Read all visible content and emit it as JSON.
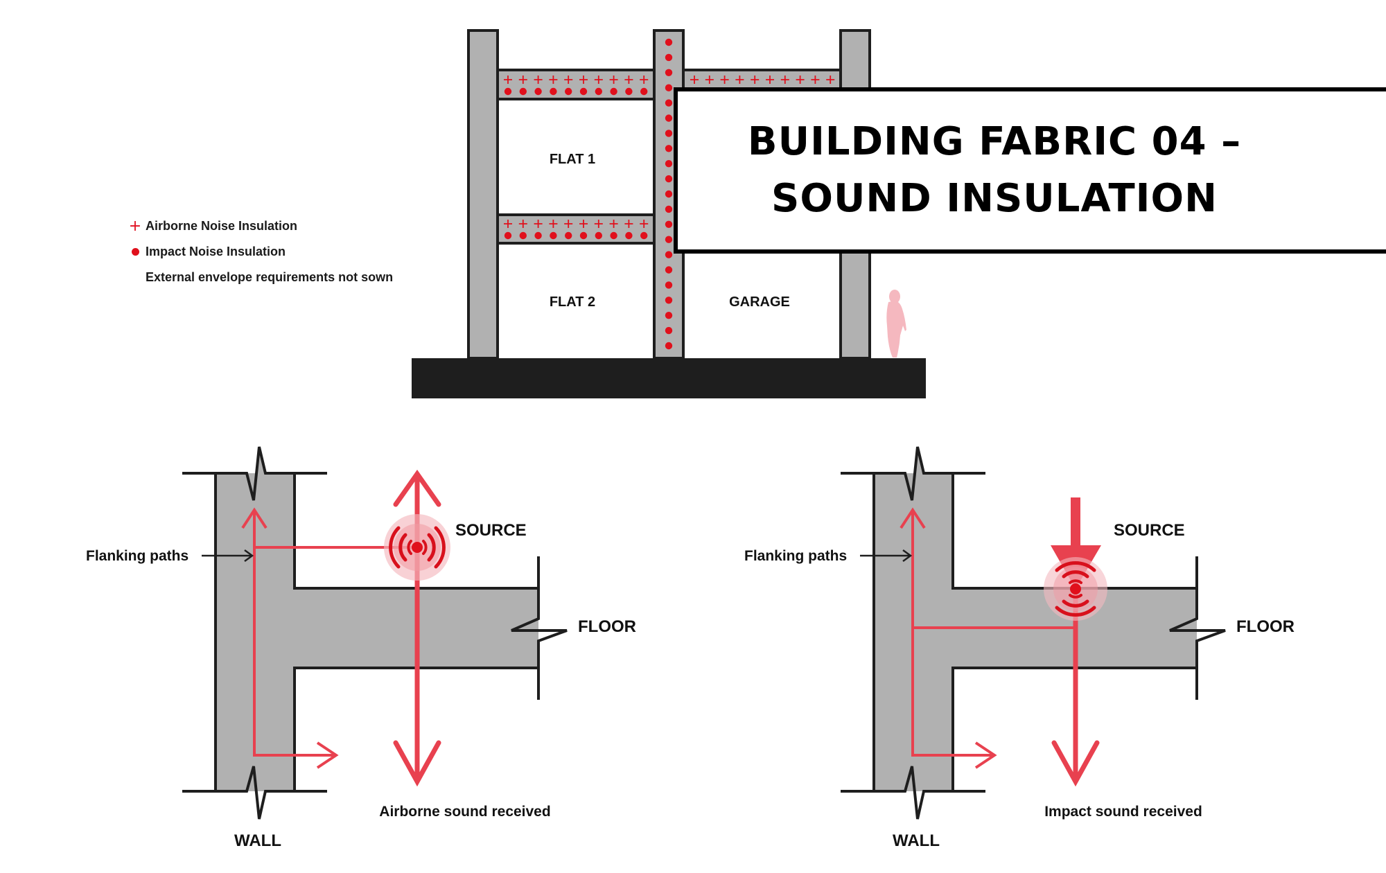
{
  "title": {
    "line1": "BUILDING FABRIC 04 –",
    "line2": "SOUND INSULATION"
  },
  "legend": {
    "items": [
      {
        "symbol": "plus-icon",
        "label": "Airborne Noise Insulation"
      },
      {
        "symbol": "dot-icon",
        "label": "Impact Noise Insulation"
      },
      {
        "symbol": "none",
        "label": "External envelope requirements not sown"
      }
    ]
  },
  "section": {
    "rooms": {
      "flat1": "FLAT 1",
      "flat2": "FLAT 2",
      "garage": "GARAGE"
    },
    "floor_slab_markers_per_row": 10,
    "party_wall_impact_markers": 21,
    "person_figure": "pedestrian-silhouette-icon"
  },
  "diagrams": {
    "airborne": {
      "flanking_label": "Flanking paths",
      "source_label": "SOURCE",
      "floor_label": "FLOOR",
      "wall_label": "WALL",
      "received_label": "Airborne sound received"
    },
    "impact": {
      "flanking_label": "Flanking paths",
      "source_label": "SOURCE",
      "floor_label": "FLOOR",
      "wall_label": "WALL",
      "received_label": "Impact sound received"
    }
  },
  "colors": {
    "accent_red": "#e8414f",
    "marker_red": "#e0101c",
    "structure_grey": "#b1b1b1",
    "outline": "#1e1e1e",
    "ground": "#1e1e1e",
    "person": "#f5b8bf"
  }
}
